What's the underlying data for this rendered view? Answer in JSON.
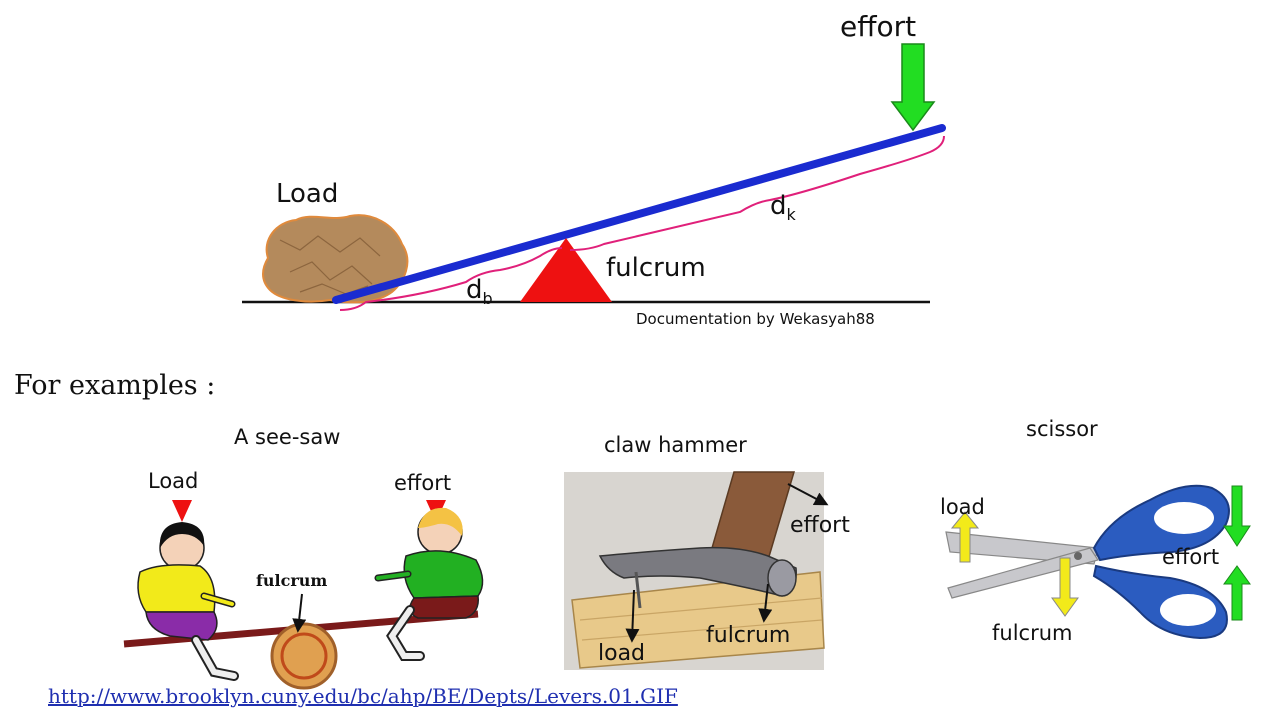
{
  "main_diagram": {
    "effort_label": "effort",
    "load_label": "Load",
    "fulcrum_label": "fulcrum",
    "d_load": "d",
    "d_load_sub": "b",
    "d_effort": "d",
    "d_effort_sub": "k",
    "credit": "Documentation by Wekasyah88"
  },
  "examples_heading": "For examples :",
  "examples": {
    "seesaw": {
      "title": "A see-saw",
      "load": "Load",
      "effort": "effort",
      "fulcrum": "fulcrum"
    },
    "hammer": {
      "title": "claw hammer",
      "effort": "effort",
      "load": "load",
      "fulcrum": "fulcrum"
    },
    "scissor": {
      "title": "scissor",
      "load": "load",
      "effort": "effort",
      "fulcrum": "fulcrum"
    }
  },
  "source_url": "http://www.brooklyn.cuny.edu/bc/ahp/BE/Depts/Levers.01.GIF",
  "colors": {
    "lever": "#1a2bd0",
    "fulcrum": "#ee1111",
    "effort_arrow": "#22dd22",
    "distance_brace": "#e0207a",
    "load_rock": "#b48a5c",
    "link": "#1f2fb0"
  }
}
